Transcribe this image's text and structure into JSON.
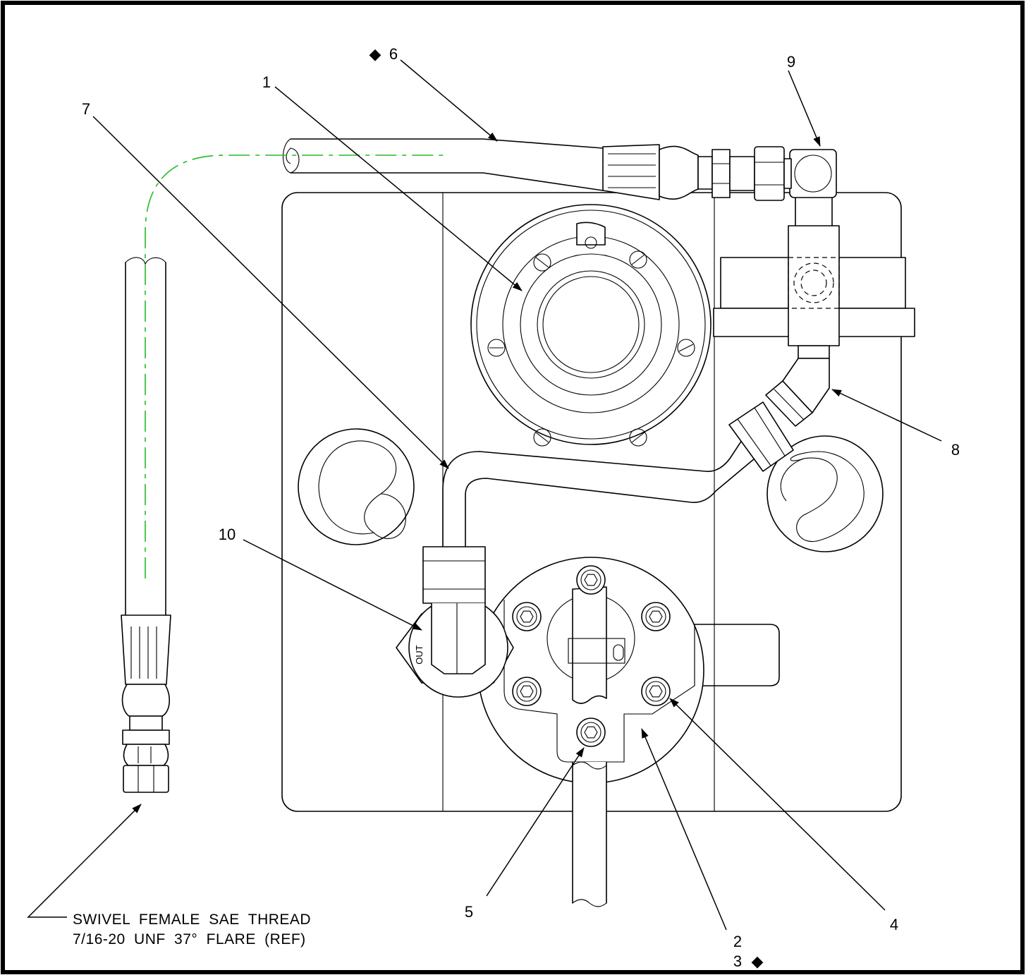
{
  "callouts": {
    "c1": "1",
    "c2": "2",
    "c3": "3",
    "c4": "4",
    "c5": "5",
    "c6": "6",
    "c7": "7",
    "c8": "8",
    "c9": "9",
    "c10": "10"
  },
  "diamond_symbol": "◆",
  "port_label": "OUT",
  "note": {
    "line1": "SWIVEL FEMALE SAE THREAD",
    "line2": "7/16-20 UNF 37° FLARE (REF)"
  },
  "colors": {
    "centerline": "#22bb22",
    "ink": "#000000"
  }
}
